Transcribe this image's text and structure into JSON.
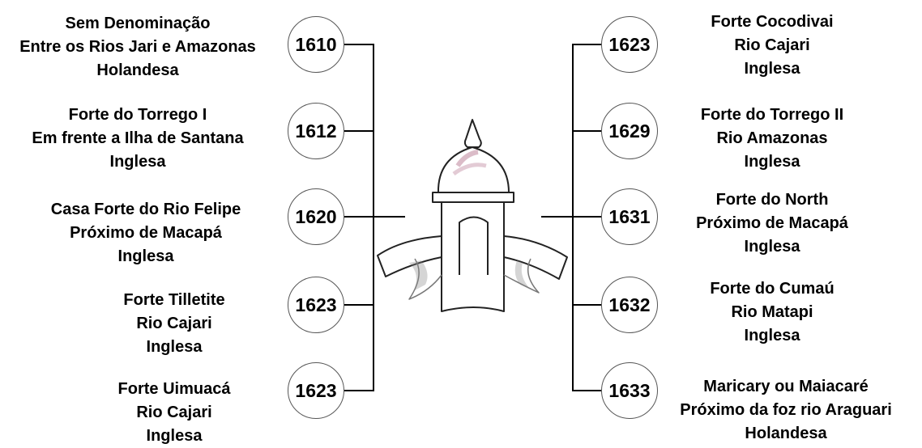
{
  "left": [
    {
      "year": "1610",
      "lines": [
        "Sem Denominação",
        "Entre os Rios Jari e Amazonas",
        "Holandesa"
      ]
    },
    {
      "year": "1612",
      "lines": [
        "Forte do Torrego I",
        "Em frente a Ilha de Santana",
        "Inglesa"
      ]
    },
    {
      "year": "1620",
      "lines": [
        "Casa Forte do Rio Felipe",
        "Próximo de Macapá",
        "Inglesa"
      ]
    },
    {
      "year": "1623",
      "lines": [
        "Forte Tilletite",
        "Rio Cajari",
        "Inglesa"
      ]
    },
    {
      "year": "1623",
      "lines": [
        "Forte Uimuacá",
        "Rio Cajari",
        "Inglesa"
      ]
    }
  ],
  "right": [
    {
      "year": "1623",
      "lines": [
        "Forte Cocodivai",
        "Rio Cajari",
        "Inglesa"
      ]
    },
    {
      "year": "1629",
      "lines": [
        "Forte do Torrego II",
        "Rio Amazonas",
        "Inglesa"
      ]
    },
    {
      "year": "1631",
      "lines": [
        "Forte do North",
        "Próximo de Macapá",
        "Inglesa"
      ]
    },
    {
      "year": "1632",
      "lines": [
        "Forte do Cumaú",
        "Rio Matapi",
        "Inglesa"
      ]
    },
    {
      "year": "1633",
      "lines": [
        "Maricary ou Maiacaré",
        "Próximo da foz rio Araguari",
        "Holandesa"
      ]
    }
  ]
}
